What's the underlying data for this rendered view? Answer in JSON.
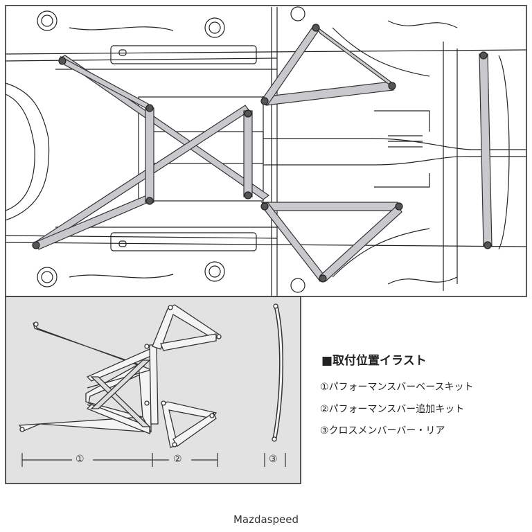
{
  "legend": {
    "title": "■取付位置イラスト",
    "items": [
      "①パフォーマンスバーベースキット",
      "②パフォーマンスバー追加キット",
      "③クロスメンバーバー・リア"
    ]
  },
  "scale": {
    "label_1": "①",
    "label_2": "②",
    "label_3": "③"
  },
  "caption": "Mazdaspeed",
  "colors": {
    "line": "#222222",
    "bar_fill": "#c9c9cd",
    "panel_gray": "#e2e2e2"
  }
}
